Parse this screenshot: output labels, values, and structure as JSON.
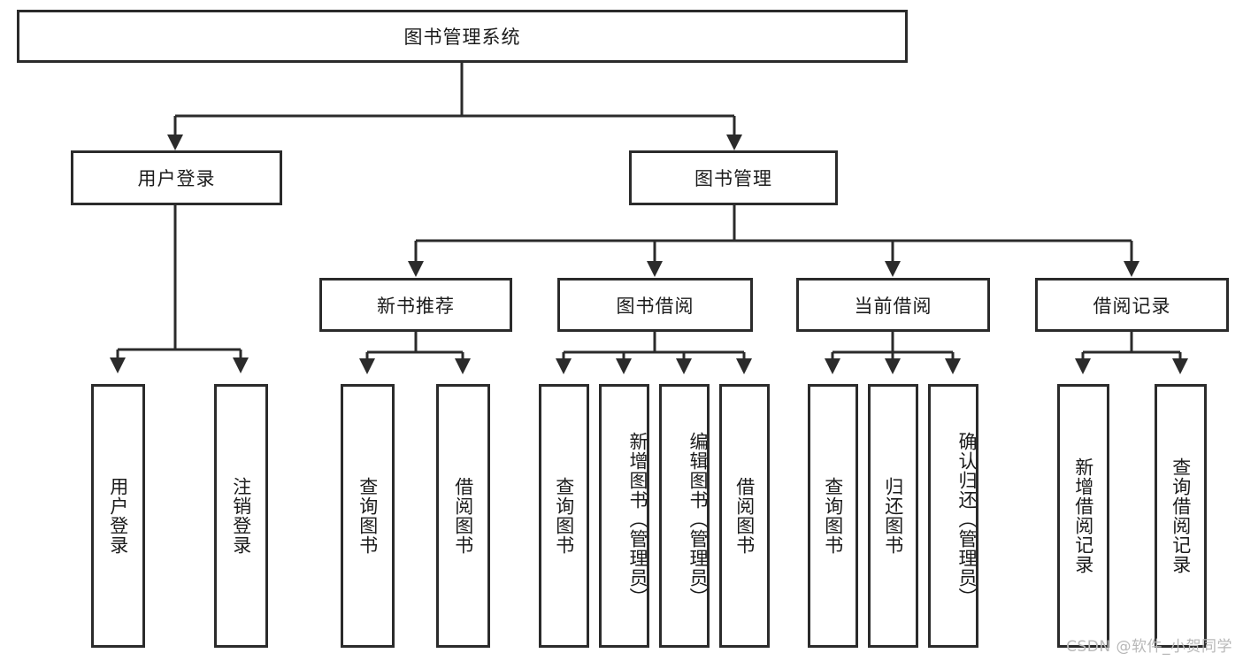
{
  "diagram": {
    "type": "tree-hierarchy",
    "title": "图书管理系统",
    "orientation": "top-down",
    "colors": {
      "box_fill": "#ffffff",
      "box_stroke": "#2b2b2b",
      "text": "#1b1b1b",
      "watermark": "#b8b8b8",
      "background": "#ffffff"
    },
    "root": {
      "label": "图书管理系统"
    },
    "level2": [
      {
        "id": "user-login",
        "label": "用户登录"
      },
      {
        "id": "book-management",
        "label": "图书管理"
      }
    ],
    "level3": [
      {
        "id": "new-book-recommend",
        "label": "新书推荐"
      },
      {
        "id": "book-borrow",
        "label": "图书借阅"
      },
      {
        "id": "current-borrow",
        "label": "当前借阅"
      },
      {
        "id": "borrow-record",
        "label": "借阅记录"
      }
    ],
    "leaves": {
      "user-login": [
        {
          "id": "leaf-user-login",
          "label": "用户登录"
        },
        {
          "id": "leaf-logout-login",
          "label": "注销登录"
        }
      ],
      "new-book-recommend": [
        {
          "id": "leaf-query-book-1",
          "label": "查询图书"
        },
        {
          "id": "leaf-borrow-book-1",
          "label": "借阅图书"
        }
      ],
      "book-borrow": [
        {
          "id": "leaf-query-book-2",
          "label": "查询图书"
        },
        {
          "id": "leaf-add-book",
          "label": "新增图书（管理员）"
        },
        {
          "id": "leaf-edit-book",
          "label": "编辑图书（管理员）"
        },
        {
          "id": "leaf-borrow-book-2",
          "label": "借阅图书"
        }
      ],
      "current-borrow": [
        {
          "id": "leaf-query-book-3",
          "label": "查询图书"
        },
        {
          "id": "leaf-return-book",
          "label": "归还图书"
        },
        {
          "id": "leaf-confirm-return",
          "label": "确认归还（管理员）"
        }
      ],
      "borrow-record": [
        {
          "id": "leaf-add-record",
          "label": "新增借阅记录"
        },
        {
          "id": "leaf-query-record",
          "label": "查询借阅记录"
        }
      ]
    }
  },
  "watermark": {
    "text": "CSDN @软件_小贺同学"
  }
}
